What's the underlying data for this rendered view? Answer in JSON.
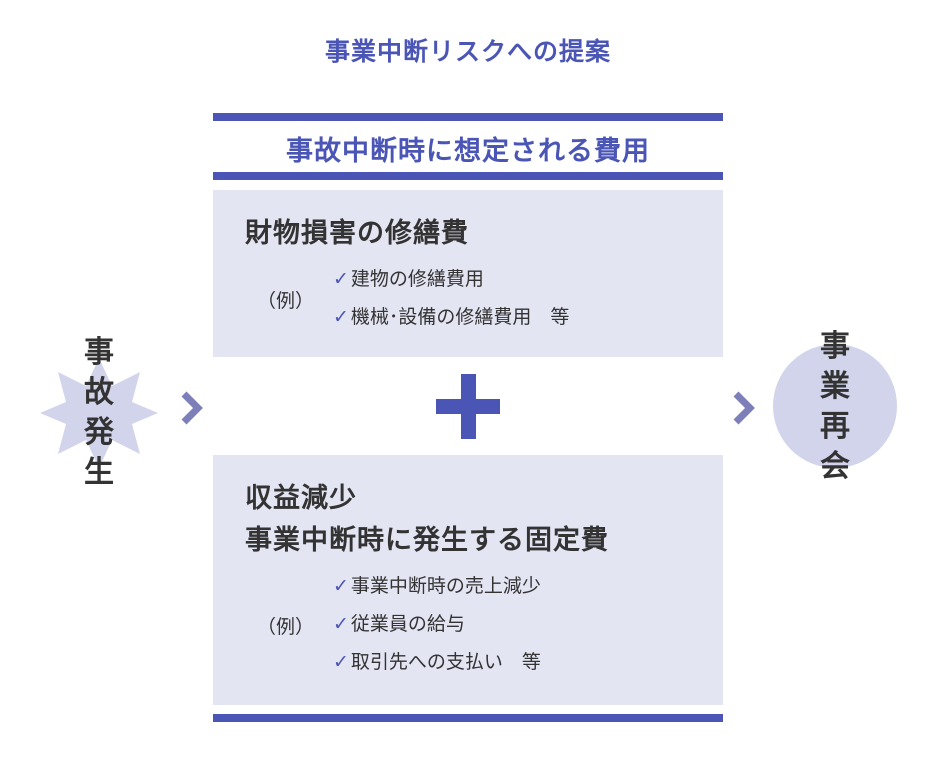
{
  "title": "事業中断リスクへの提案",
  "header": "事故中断時に想定される費用",
  "left_node": "事故発生",
  "right_node": "事業再会",
  "panel1": {
    "title": "財物損害の修繕費",
    "example_label": "（例）",
    "items": [
      "建物の修繕費用",
      "機械･設備の修繕費用　等"
    ]
  },
  "panel2": {
    "title_line1": "収益減少",
    "title_line2": "事業中断時に発生する固定費",
    "example_label": "（例）",
    "items": [
      "事業中断時の売上減少",
      "従業員の給与",
      "取引先への支払い　等"
    ]
  },
  "check_mark": "✓",
  "colors": {
    "accent": "#4a55b5",
    "panel_bg": "#e3e5f3",
    "node_bg": "#d2d4ec",
    "arrow": "#7d80b8",
    "text": "#333333"
  }
}
